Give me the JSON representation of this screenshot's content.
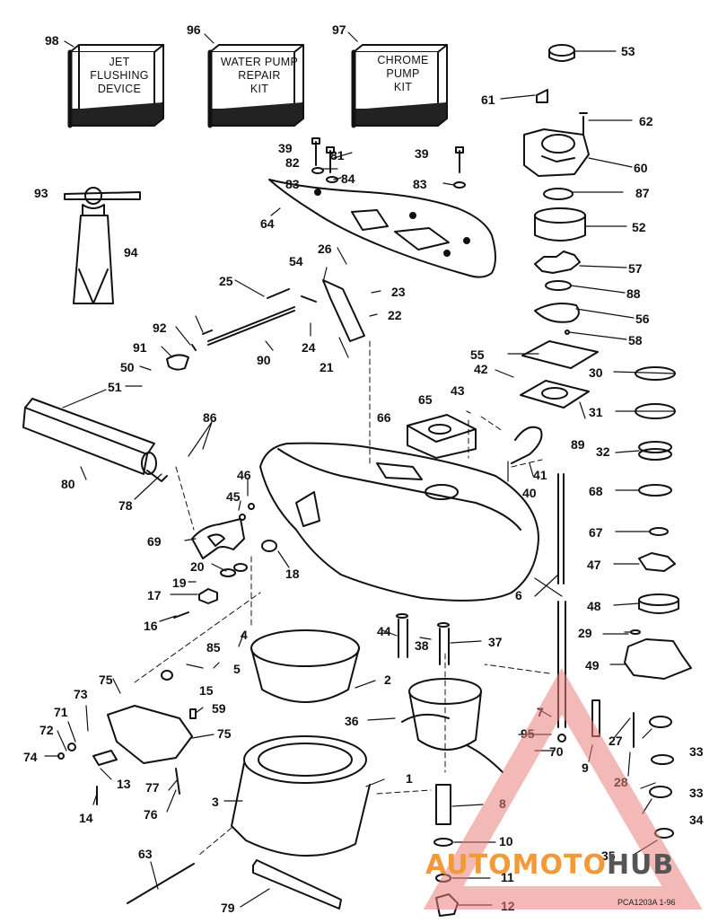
{
  "diagram": {
    "kits": [
      {
        "id": "98",
        "lines": [
          "JET",
          "FLUSHING",
          "DEVICE"
        ]
      },
      {
        "id": "96",
        "lines": [
          "WATER PUMP",
          "REPAIR",
          "KIT"
        ]
      },
      {
        "id": "97",
        "lines": [
          "CHROME",
          "PUMP",
          "KIT"
        ]
      }
    ],
    "callouts": [
      "1",
      "2",
      "3",
      "4",
      "5",
      "6",
      "7",
      "8",
      "9",
      "10",
      "11",
      "12",
      "13",
      "14",
      "15",
      "16",
      "17",
      "18",
      "19",
      "20",
      "21",
      "22",
      "23",
      "24",
      "25",
      "26",
      "27",
      "28",
      "29",
      "30",
      "31",
      "32",
      "33",
      "33",
      "34",
      "35",
      "36",
      "37",
      "38",
      "39",
      "39",
      "40",
      "41",
      "42",
      "43",
      "44",
      "45",
      "46",
      "47",
      "48",
      "49",
      "50",
      "51",
      "52",
      "53",
      "54",
      "55",
      "56",
      "57",
      "58",
      "59",
      "60",
      "61",
      "62",
      "63",
      "64",
      "65",
      "66",
      "67",
      "68",
      "69",
      "70",
      "71",
      "72",
      "73",
      "74",
      "75",
      "75",
      "76",
      "77",
      "78",
      "79",
      "80",
      "81",
      "82",
      "83",
      "83",
      "84",
      "85",
      "86",
      "87",
      "88",
      "89",
      "90",
      "91",
      "92",
      "93",
      "94",
      "95"
    ],
    "plate_code": "PCA1203A   1-96"
  },
  "watermark": {
    "part1": "AUTOMOTO",
    "part2": "HUB",
    "color_a": "#f29a3a",
    "color_b": "#555555"
  }
}
